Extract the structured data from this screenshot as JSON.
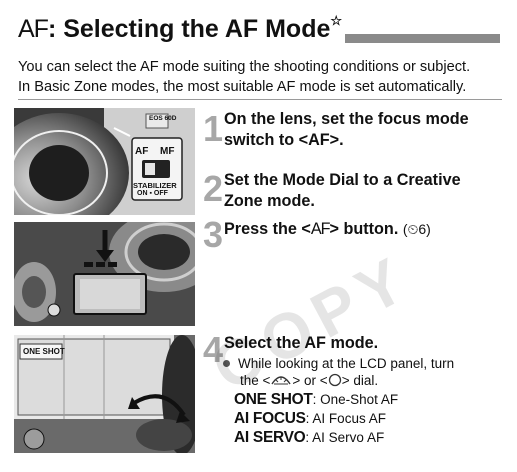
{
  "header": {
    "title_prefix": "AF",
    "title_main": ": Selecting the AF Mode",
    "title_star": "☆"
  },
  "intro": {
    "line1": "You can select the AF mode suiting the shooting conditions or subject.",
    "line2": "In Basic Zone modes, the most suitable AF mode is set automatically."
  },
  "photos": {
    "photo1": {
      "eos_label": "EOS 60D",
      "switch_af": "AF",
      "switch_mf": "MF",
      "stabilizer": "STABILIZER",
      "on_off": "ON ▪ OFF"
    },
    "photo3": {
      "lcd_label": "ONE SHOT"
    }
  },
  "steps": [
    {
      "number": "1",
      "line1": "On the lens, set the focus mode",
      "line2": "switch to <AF>."
    },
    {
      "number": "2",
      "line1": "Set the Mode Dial to a Creative",
      "line2": "Zone mode."
    },
    {
      "number": "3",
      "text_pre": "Press the <",
      "af_symbol": "AF",
      "text_post": "> button.",
      "ref": "(⏲6)"
    },
    {
      "number": "4",
      "line1": "Select the AF mode."
    }
  ],
  "bullet": {
    "line1": "While looking at the LCD panel, turn",
    "line2_pre": "the <",
    "line2_mid": "> or <",
    "line2_post": "> dial."
  },
  "modes": [
    {
      "code": "ONE SHOT",
      "desc": ": One-Shot AF"
    },
    {
      "code": "AI FOCUS",
      "desc": ": AI Focus AF"
    },
    {
      "code": "AI SERVO",
      "desc": ": AI Servo AF"
    }
  ],
  "watermark": "COPY",
  "colors": {
    "title_bar": "#8a8a8a",
    "step_number": "#a7a7a7",
    "photo_dark": "#2a2a2a"
  }
}
